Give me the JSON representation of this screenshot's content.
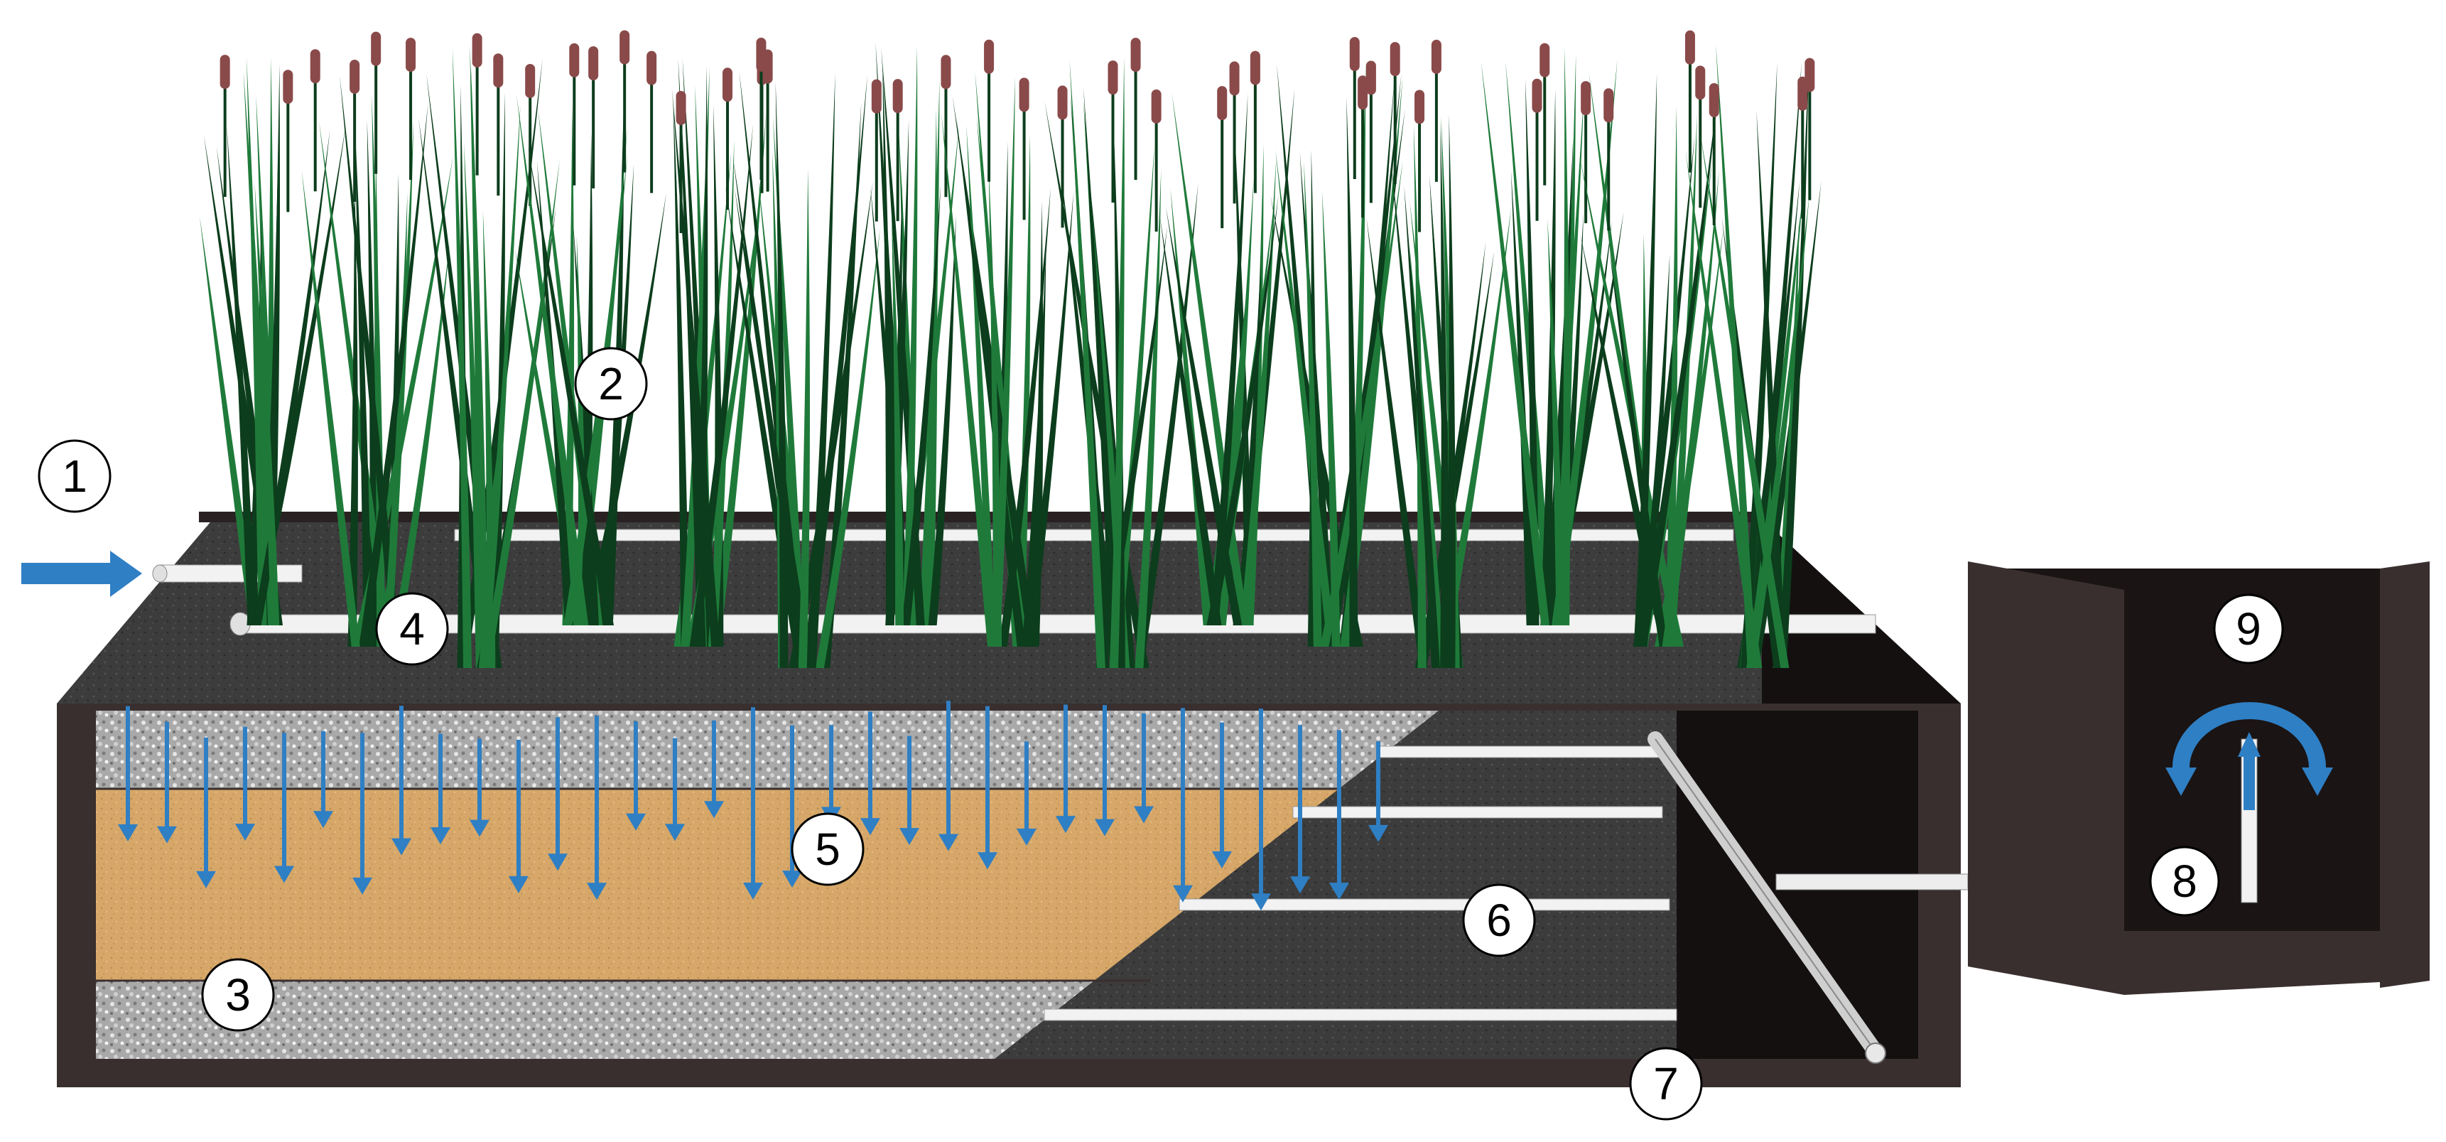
{
  "callouts": [
    {
      "id": "1",
      "label": "1"
    },
    {
      "id": "2",
      "label": "2"
    },
    {
      "id": "3",
      "label": "3"
    },
    {
      "id": "4",
      "label": "4"
    },
    {
      "id": "5",
      "label": "5"
    },
    {
      "id": "6",
      "label": "6"
    },
    {
      "id": "7",
      "label": "7"
    },
    {
      "id": "8",
      "label": "8"
    },
    {
      "id": "9",
      "label": "9"
    }
  ],
  "colors": {
    "flow_arrow": "#2f7fc4",
    "box_wall": "#3a2f2f",
    "box_dark": "#1f1a1a",
    "gravel": "#b9b9b9",
    "sand": "#d8a86a",
    "soil_dark": "#3d3d3d",
    "reed_green": "#1f7a3a",
    "reed_dark": "#0c3d1c",
    "cattail_head": "#8a4a4a",
    "pipe": "#f2f2f2"
  }
}
